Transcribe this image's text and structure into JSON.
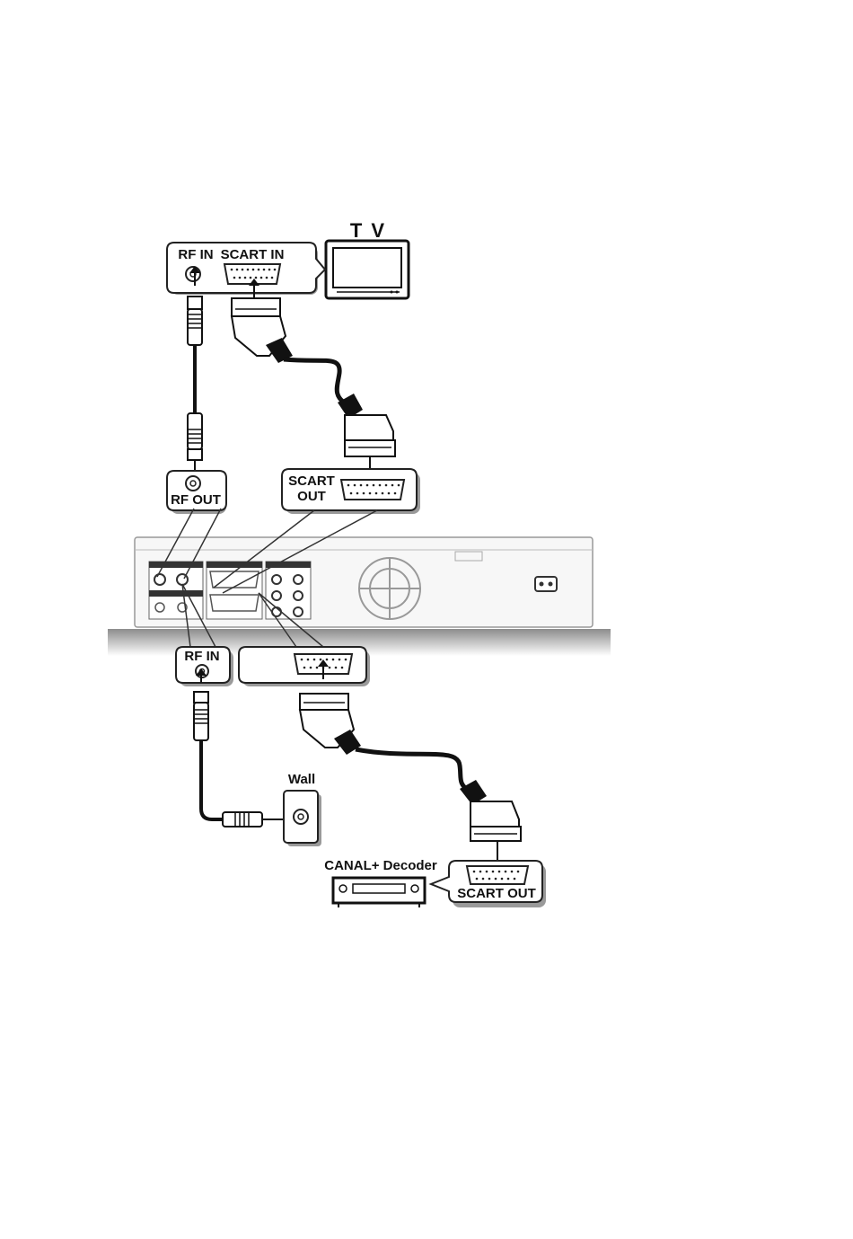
{
  "labels": {
    "tv": "T V",
    "tv_rf_in": "RF IN",
    "tv_scart_in": "SCART IN",
    "rf_out_line1": "RF OUT",
    "scart_out_1": "SCART",
    "scart_out_2": "OUT",
    "recorder_rf_in": "RF IN",
    "wall": "Wall",
    "decoder": "CANAL+ Decoder",
    "decoder_scart_out": "SCART OUT"
  },
  "colors": {
    "cable": "#111111",
    "panel_fill": "#ffffff",
    "panel_stroke": "#222222",
    "shadow": "#9a9a9a",
    "device": "#f7f7f7"
  }
}
